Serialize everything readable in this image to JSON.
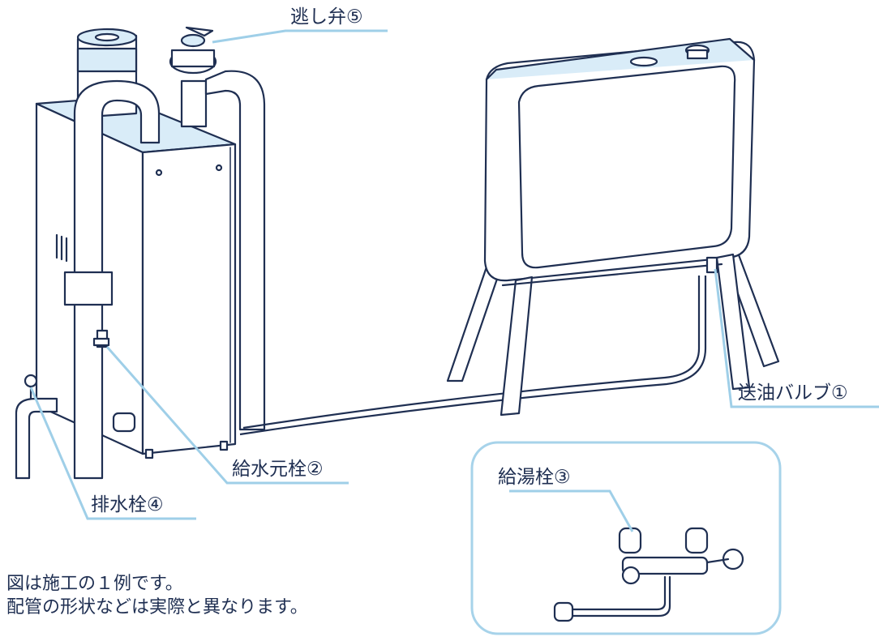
{
  "labels": {
    "relief_valve": "逃し弁⑤",
    "oil_valve": "送油バルブ①",
    "water_supply_valve": "給水元栓②",
    "hot_water_tap": "給湯栓③",
    "drain_valve": "排水栓④"
  },
  "note": {
    "line1": "図は施工の１例です。",
    "line2": "配管の形状などは実際と異なります。"
  },
  "colors": {
    "line": "#1f2f52",
    "fill": "#ffffff",
    "shade": "#d9ecf8",
    "callout": "#9fcfe8",
    "inset_border": "#a7d3ea"
  }
}
